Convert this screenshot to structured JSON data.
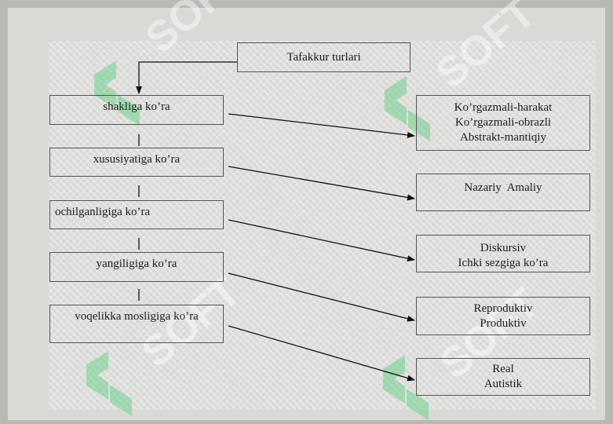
{
  "diagram": {
    "root": {
      "label": "Tafakkur turlari"
    },
    "categories": [
      {
        "label": "shakliga ko’ra"
      },
      {
        "label": "xususiyatiga ko’ra"
      },
      {
        "label": "ochilganligiga ko’ra"
      },
      {
        "label": "yangiligiga ko’ra"
      },
      {
        "label": "voqelikka mosligiga ko’ra"
      }
    ],
    "types": [
      {
        "lines": [
          "Ko’rgazmali-harakat",
          "Ko’rgazmali-obrazli",
          "Abstrakt-mantiqiy"
        ]
      },
      {
        "lines": [
          "Nazariy  Amaliy"
        ]
      },
      {
        "lines": [
          "Diskursiv",
          "Ichki sezgiga ko’ra"
        ]
      },
      {
        "lines": [
          "Reproduktiv",
          "Produktiv"
        ]
      },
      {
        "lines": [
          "Real",
          "Autistik"
        ]
      }
    ]
  },
  "watermark": {
    "text": "SOFT",
    "color": "#6fd08c"
  }
}
